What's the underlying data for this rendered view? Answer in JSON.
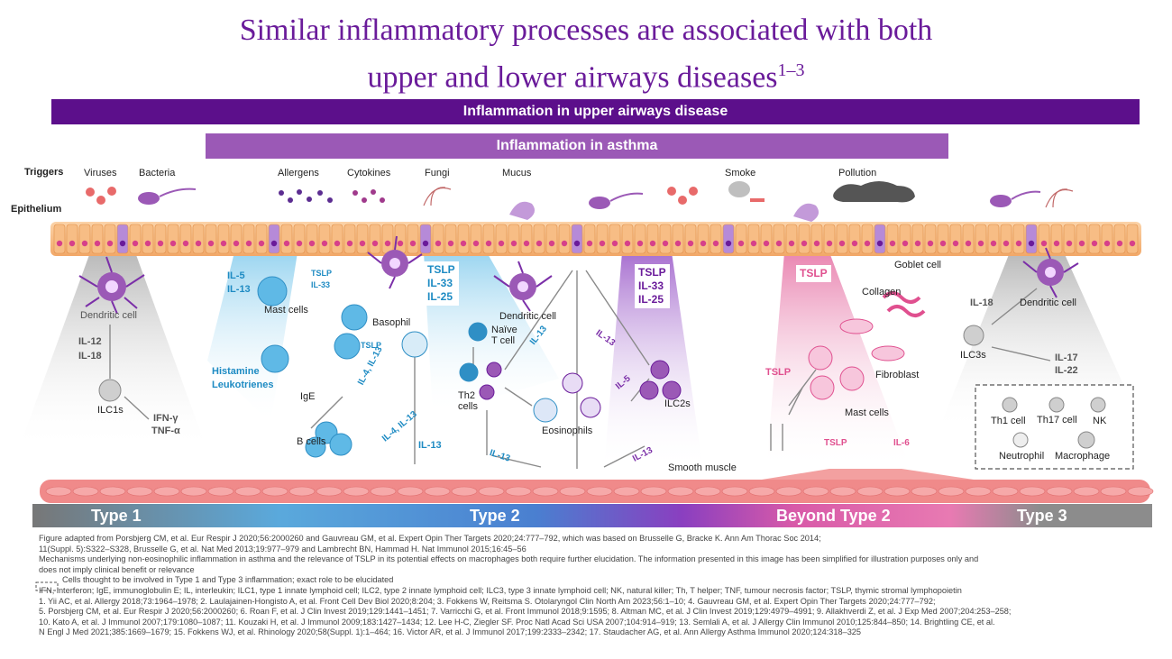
{
  "title": {
    "line1": "Similar inflammatory processes are associated with both",
    "line2": "upper and lower airways diseases",
    "sup": "1–3"
  },
  "bands": {
    "upper": "Inflammation in upper airways disease",
    "asthma": "Inflammation in asthma"
  },
  "rows": {
    "triggers": "Triggers",
    "epithelium": "Epithelium"
  },
  "triggers": [
    "Viruses",
    "Bacteria",
    "Allergens",
    "Cytokines",
    "Fungi",
    "Mucus",
    "Smoke",
    "Pollution"
  ],
  "cells": {
    "dendritic_left": "Dendritic cell",
    "dendritic_mid": "Dendritic cell",
    "dendritic_right": "Dendritic cell",
    "mast_left": "Mast cells",
    "basophil": "Basophil",
    "ige": "IgE",
    "bcells": "B cells",
    "naive_t": "Naïve\nT cell",
    "th2": "Th2\ncells",
    "eosinophils": "Eosinophils",
    "ilc2s": "ILC2s",
    "ilc1s": "ILC1s",
    "ilc3s": "ILC3s",
    "goblet": "Goblet cell",
    "collagen": "Collagen",
    "fibroblast": "Fibroblast",
    "mast_right": "Mast cells",
    "smooth_muscle": "Smooth muscle"
  },
  "mediators": {
    "il12": "IL-12",
    "il18_left": "IL-18",
    "ifn": "IFN-γ",
    "tnf": "TNF-α",
    "il5_left": "IL-5",
    "il13_left": "IL-13",
    "tslp_mast": "TSLP",
    "il33_mast": "IL-33",
    "tslp_baso": "TSLP",
    "histamine": "Histamine",
    "leukotrienes": "Leukotrienes",
    "il4il13_a": "IL-4, IL-13",
    "il4il13_b": "IL-4, IL-13",
    "il13_a": "IL-13",
    "il13_b": "IL-13",
    "il13_c": "IL-13",
    "il13_d": "IL-13",
    "il13_e": "IL-13",
    "il5_mid": "IL-5",
    "tslp_box1": "TSLP",
    "il33_box1": "IL-33",
    "il25_box1": "IL-25",
    "tslp_box2": "TSLP",
    "il33_box2": "IL-33",
    "il25_box2": "IL-25",
    "tslp_pink_box": "TSLP",
    "tslp_pink_a": "TSLP",
    "tslp_pink_b": "TSLP",
    "il6": "IL-6",
    "il18_right": "IL-18",
    "il17": "IL-17",
    "il22": "IL-22"
  },
  "legend_box": [
    "Th1 cell",
    "Th17 cell",
    "NK",
    "Neutrophil",
    "Macrophage"
  ],
  "types": [
    "Type 1",
    "Type 2",
    "Beyond Type 2",
    "Type 3"
  ],
  "footer": {
    "line1": "Figure adapted from Porsbjerg CM, et al. Eur Respir J 2020;56:2000260 and Gauvreau GM, et al. Expert Opin Ther Targets 2020;24:777–792, which was based on Brusselle G, Bracke K. Ann Am Thorac Soc 2014;",
    "line2": "11(Suppl. 5):S322–S328, Brusselle G, et al. Nat Med 2013;19:977–979 and Lambrecht BN, Hammad H. Nat Immunol 2015;16:45–56",
    "line3": "Mechanisms underlying non-eosinophilic inflammation in asthma and the relevance of TSLP in its potential effects on macrophages both require further elucidation. The information presented in this image has been simplified for illustration purposes only and",
    "line4": "does not imply clinical benefit or relevance",
    "line5": "Cells thought to be involved in Type 1 and Type 3 inflammation; exact role to be elucidated",
    "line6": "IFN, interferon; IgE, immunoglobulin E; IL, interleukin; ILC1, type 1 innate lymphoid cell; ILC2, type 2 innate lymphoid cell; ILC3, type 3 innate lymphoid cell; NK, natural killer; Th, T helper; TNF, tumour necrosis factor; TSLP, thymic stromal lymphopoietin",
    "line7": "1. Yii AC, et al. Allergy 2018;73:1964–1978; 2. Laulajainen-Hongisto A, et al. Front Cell Dev Biol 2020;8:204; 3. Fokkens W, Reitsma S. Otolaryngol Clin North Am 2023;56:1–10; 4. Gauvreau GM, et al. Expert Opin Ther Targets 2020;24:777–792;",
    "line8": "5. Porsbjerg CM, et al. Eur Respir J 2020;56:2000260; 6. Roan F, et al. J Clin Invest 2019;129:1441–1451; 7. Varricchi G, et al. Front Immunol 2018;9:1595; 8. Altman MC, et al. J Clin Invest 2019;129:4979–4991; 9. Allakhverdi Z, et al. J Exp Med 2007;204:253–258;",
    "line9": "10. Kato A, et al. J Immunol 2007;179:1080–1087; 11. Kouzaki H, et al. J Immunol 2009;183:1427–1434; 12. Lee H-C, Ziegler SF. Proc Natl Acad Sci USA 2007;104:914–919; 13. Semlali A, et al. J Allergy Clin Immunol 2010;125:844–850; 14. Brightling CE, et al.",
    "line10": "N Engl J Med 2021;385:1669–1679; 15. Fokkens WJ, et al. Rhinology 2020;58(Suppl. 1):1–464; 16. Victor AR, et al. J Immunol 2017;199:2333–2342; 17. Staudacher AG, et al. Ann Allergy Asthma Immunol 2020;124:318–325"
  },
  "colors": {
    "purple_dark": "#5c0f8b",
    "purple_band": "#9b59b6",
    "blue": "#1e8bc3",
    "pink": "#e0508f",
    "grey": "#7a7a7a"
  }
}
